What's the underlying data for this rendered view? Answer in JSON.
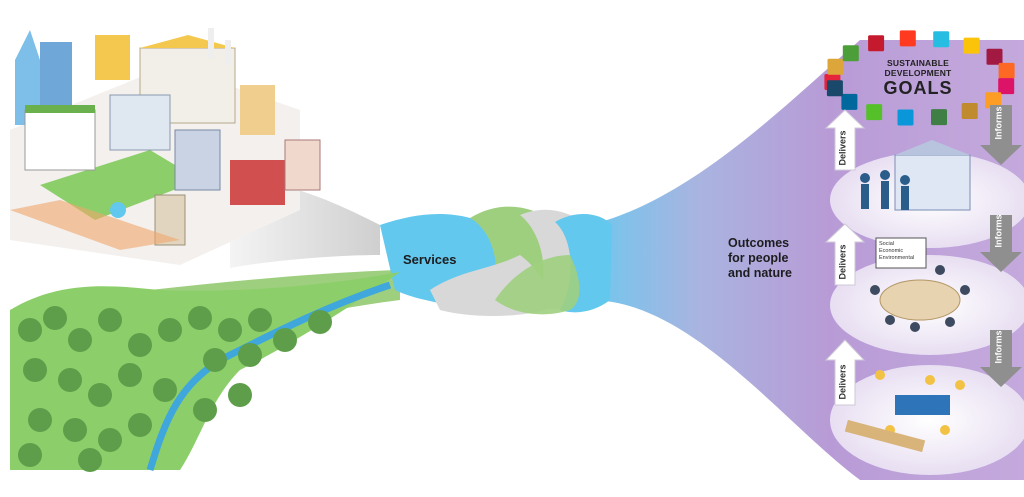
{
  "labels": {
    "services": "Services",
    "outcomes_line1": "Outcomes",
    "outcomes_line2": "for people",
    "outcomes_line3": "and nature"
  },
  "arrows": {
    "delivers": [
      "Delivers",
      "Delivers",
      "Delivers"
    ],
    "informs": [
      "Informs",
      "Informs",
      "Informs"
    ]
  },
  "sdg": {
    "line1": "SUSTAINABLE",
    "line2": "DEVELOPMENT",
    "line3": "GOALS"
  },
  "board_lines": [
    "Social",
    "Economic",
    "Environmental"
  ],
  "colors": {
    "ribbon_grey": "#d8d8d8",
    "ribbon_green": "#9ecf7e",
    "ribbon_blue": "#62c8ee",
    "purple": "#b79ad4",
    "grass": "#8ccf6a",
    "river": "#3fa7dc",
    "tree": "#5e9e4a"
  }
}
